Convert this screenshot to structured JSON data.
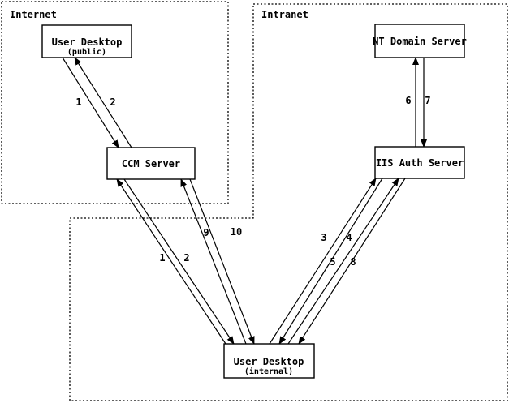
{
  "diagram": {
    "zones": [
      {
        "id": "internet",
        "label": "Internet"
      },
      {
        "id": "intranet",
        "label": "Intranet"
      }
    ],
    "nodes": [
      {
        "id": "user-desktop-public",
        "title": "User Desktop",
        "subtitle": "(public)",
        "zone": "Internet"
      },
      {
        "id": "ccm-server",
        "title": "CCM Server",
        "subtitle": "",
        "zone": "Internet"
      },
      {
        "id": "nt-domain-server",
        "title": "NT Domain Server",
        "subtitle": "",
        "zone": "Intranet"
      },
      {
        "id": "iis-auth-server",
        "title": "IIS Auth Server",
        "subtitle": "",
        "zone": "Intranet"
      },
      {
        "id": "user-desktop-internal",
        "title": "User Desktop",
        "subtitle": "(internal)",
        "zone": "Intranet"
      }
    ],
    "edges": [
      {
        "label": "1",
        "from": "user-desktop-public",
        "to": "ccm-server"
      },
      {
        "label": "2",
        "from": "ccm-server",
        "to": "user-desktop-public"
      },
      {
        "label": "1",
        "from": "user-desktop-internal",
        "to": "ccm-server"
      },
      {
        "label": "2",
        "from": "ccm-server",
        "to": "user-desktop-internal"
      },
      {
        "label": "9",
        "from": "user-desktop-internal",
        "to": "ccm-server"
      },
      {
        "label": "10",
        "from": "ccm-server",
        "to": "user-desktop-internal"
      },
      {
        "label": "3",
        "from": "user-desktop-internal",
        "to": "iis-auth-server"
      },
      {
        "label": "4",
        "from": "iis-auth-server",
        "to": "user-desktop-internal"
      },
      {
        "label": "5",
        "from": "user-desktop-internal",
        "to": "iis-auth-server"
      },
      {
        "label": "8",
        "from": "iis-auth-server",
        "to": "user-desktop-internal"
      },
      {
        "label": "6",
        "from": "iis-auth-server",
        "to": "nt-domain-server"
      },
      {
        "label": "7",
        "from": "nt-domain-server",
        "to": "iis-auth-server"
      }
    ],
    "colors": {
      "line": "#000000",
      "background": "#ffffff"
    }
  }
}
